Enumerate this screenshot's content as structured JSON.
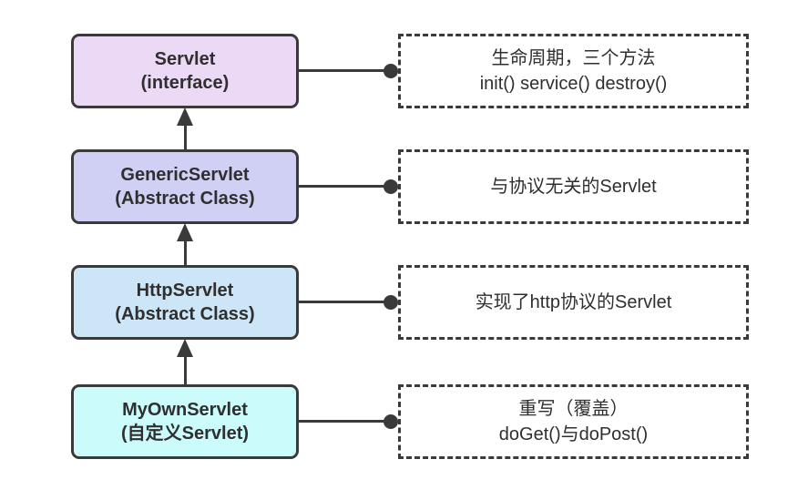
{
  "colors": {
    "stroke": "#3a3a3a",
    "text": "#2f2f2f",
    "background": "#ffffff"
  },
  "rows": [
    {
      "class_title": "Servlet",
      "class_subtitle": "(interface)",
      "fill": "#ecd9f6",
      "desc_line1": "生命周期，三个方法",
      "desc_line2": "init() service() destroy()"
    },
    {
      "class_title": "GenericServlet",
      "class_subtitle": "(Abstract Class)",
      "fill": "#d0d0f5",
      "desc_line1": "与协议无关的Servlet",
      "desc_line2": ""
    },
    {
      "class_title": "HttpServlet",
      "class_subtitle": "(Abstract Class)",
      "fill": "#cde6f7",
      "desc_line1": "实现了http协议的Servlet",
      "desc_line2": ""
    },
    {
      "class_title": "MyOwnServlet",
      "class_subtitle": "(自定义Servlet)",
      "fill": "#ccfbfb",
      "desc_line1": "重写（覆盖）",
      "desc_line2": "doGet()与doPost()"
    }
  ]
}
